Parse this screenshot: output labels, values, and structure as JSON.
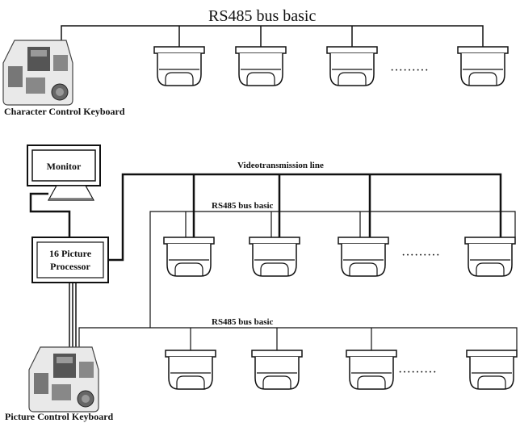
{
  "diagram": {
    "top_section": {
      "bus_label": "RS485 bus basic",
      "keyboard_label": "Character  Control  Keyboard",
      "ellipsis": "·········"
    },
    "bottom_section": {
      "monitor_label": "Monitor",
      "processor_label_line1": "16  Picture",
      "processor_label_line2": "Processor",
      "video_line_label": "Videotransmission line",
      "bus_label_upper": "RS485 bus basic",
      "bus_label_lower": "RS485 bus basic",
      "keyboard_label": "Picture Control Keyboard",
      "ellipsis_upper": "·········",
      "ellipsis_lower": "·········"
    }
  },
  "icons": {
    "camera": "dome-camera-icon",
    "keyboard": "control-keyboard-icon",
    "monitor": "monitor-icon"
  }
}
